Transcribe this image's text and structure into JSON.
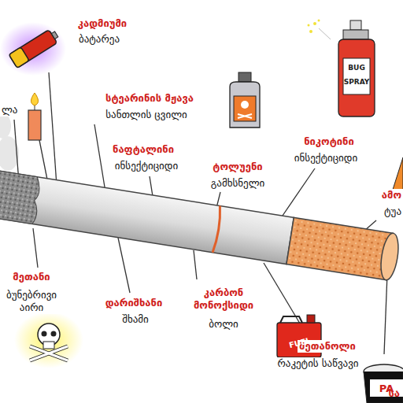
{
  "diagram": {
    "labels": [
      "კადმიუმი",
      "ბატარეა",
      "ლა",
      "სტეარინის მჟავა",
      "სანთლის ცვილი",
      "BUG",
      "SPRAY",
      "ნაფტალინი",
      "ინსექტიციდი",
      "ტოლუენი",
      "გამხსნელი",
      "ნიკოტინი",
      "ინსექტიციდი",
      "ამო",
      "ტუა",
      "მეთანი",
      "ბუნებრივი აირი",
      "დარიშხანი",
      "შხამი",
      "კარბონ მონოქსიდი",
      "ბოლი",
      "მეთანოლი",
      "რაკეტის საწვავი",
      "FUEL",
      "PA",
      "სა"
    ]
  }
}
